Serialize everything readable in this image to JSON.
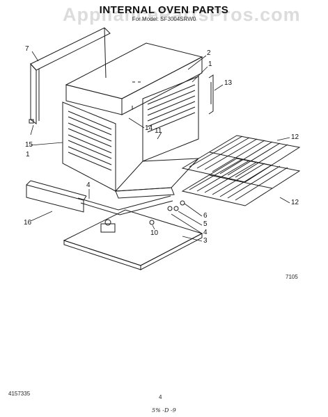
{
  "header": {
    "title": "INTERNAL OVEN PARTS",
    "subtitle": "For Model: SF3004SRW0",
    "watermark": "AppliancePartsPros.com"
  },
  "callouts": {
    "c1": "1",
    "c2": "2",
    "c3": "3",
    "c4a": "4",
    "c4b": "4",
    "c5": "5",
    "c6": "6",
    "c7": "7",
    "c10": "10",
    "c11": "11",
    "c12a": "12",
    "c12b": "12",
    "c13": "13",
    "c14": "14",
    "c15": "15",
    "c16": "16",
    "c1b": "1"
  },
  "footer": {
    "part_number": "4157335",
    "page": "4",
    "code": "7105",
    "handwritten": "5% -D -9"
  }
}
